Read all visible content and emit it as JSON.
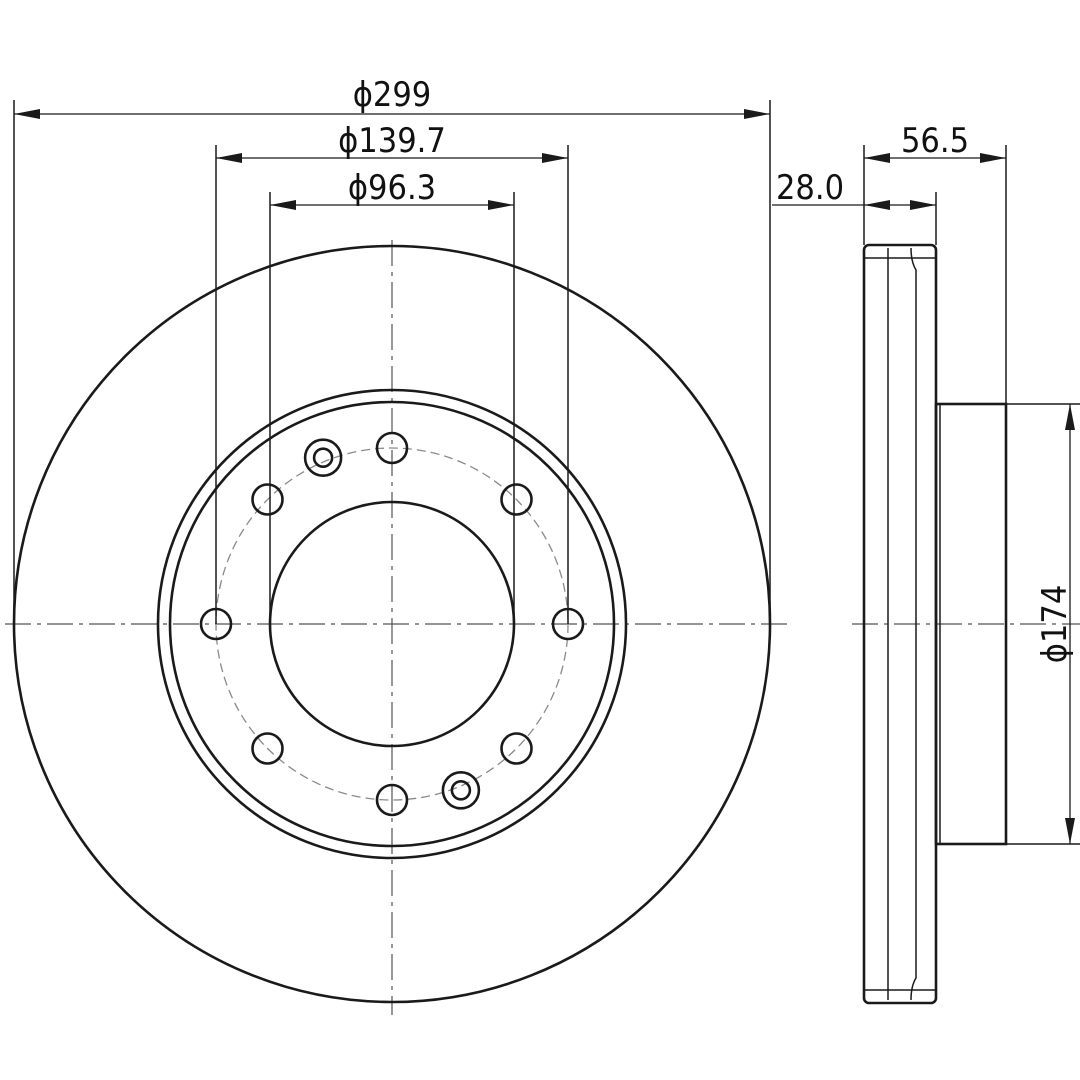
{
  "drawing": {
    "subject": "",
    "dimensions": {
      "outer_diameter": "ϕ299",
      "bolt_circle_diameter": "ϕ139.7",
      "center_bore_diameter": "ϕ96.3",
      "total_height": "56.5",
      "disc_thickness": "28.0",
      "hat_diameter": "ϕ174"
    },
    "bolt_holes": 8,
    "locating_holes": 2
  }
}
